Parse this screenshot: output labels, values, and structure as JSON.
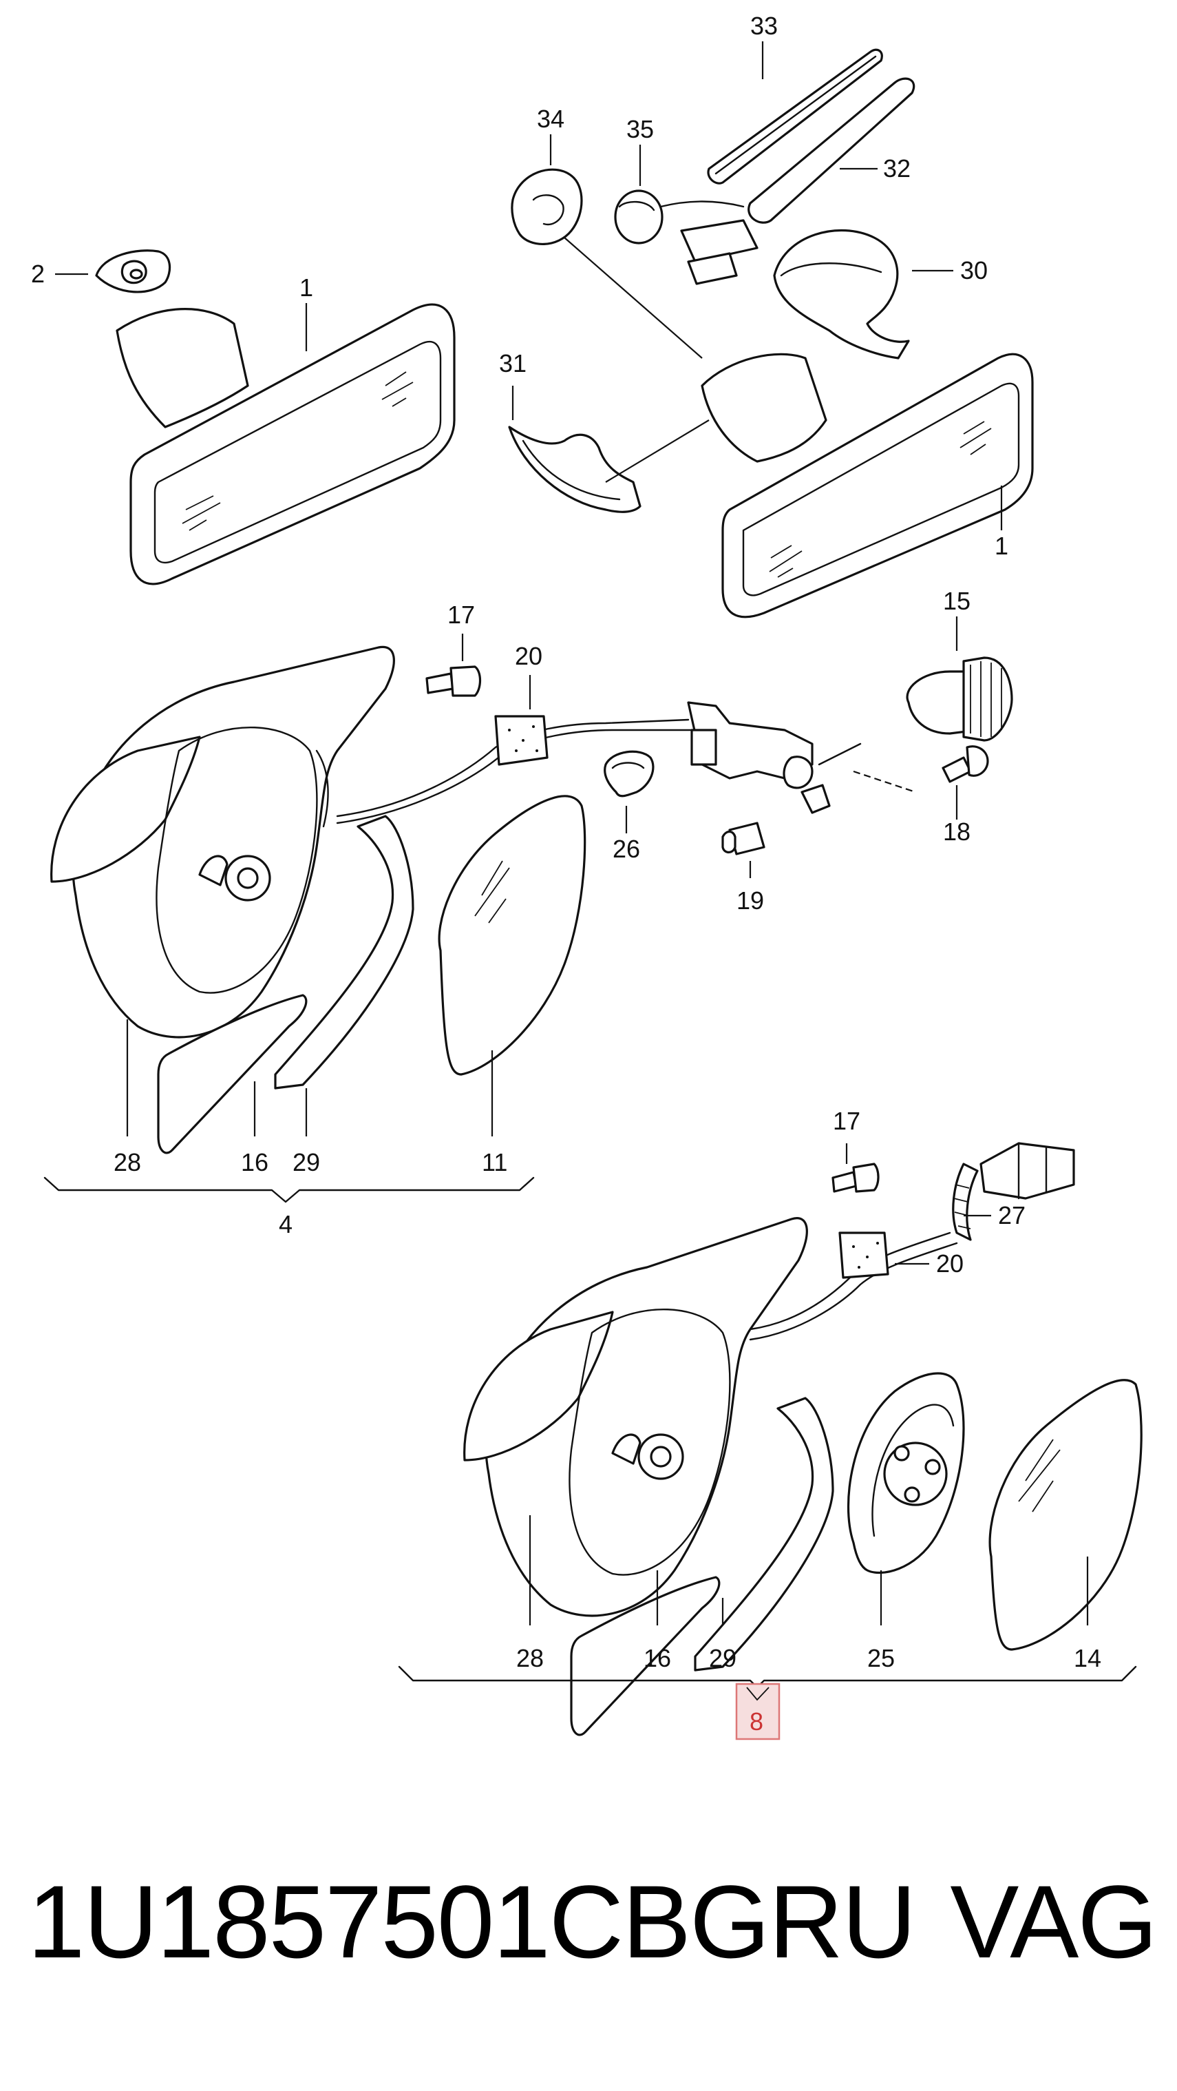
{
  "diagram": {
    "callouts": {
      "c1a": "1",
      "c1b": "1",
      "c2": "2",
      "c30": "30",
      "c31": "31",
      "c32": "32",
      "c33": "33",
      "c34": "34",
      "c35": "35",
      "c15": "15",
      "c17a": "17",
      "c18": "18",
      "c19": "19",
      "c20a": "20",
      "c26": "26",
      "c28a": "28",
      "c16a": "16",
      "c29a": "29",
      "c11": "11",
      "c4": "4",
      "c17b": "17",
      "c27": "27",
      "c20b": "20",
      "c28b": "28",
      "c16b": "16",
      "c29b": "29",
      "c25": "25",
      "c14": "14",
      "c8": "8"
    }
  },
  "footer": {
    "part_number": "1U1857501CBGRU",
    "brand": "VAG"
  },
  "colors": {
    "line": "#111111",
    "highlight_fill": "#f6dede",
    "highlight_text": "#cc3333"
  }
}
